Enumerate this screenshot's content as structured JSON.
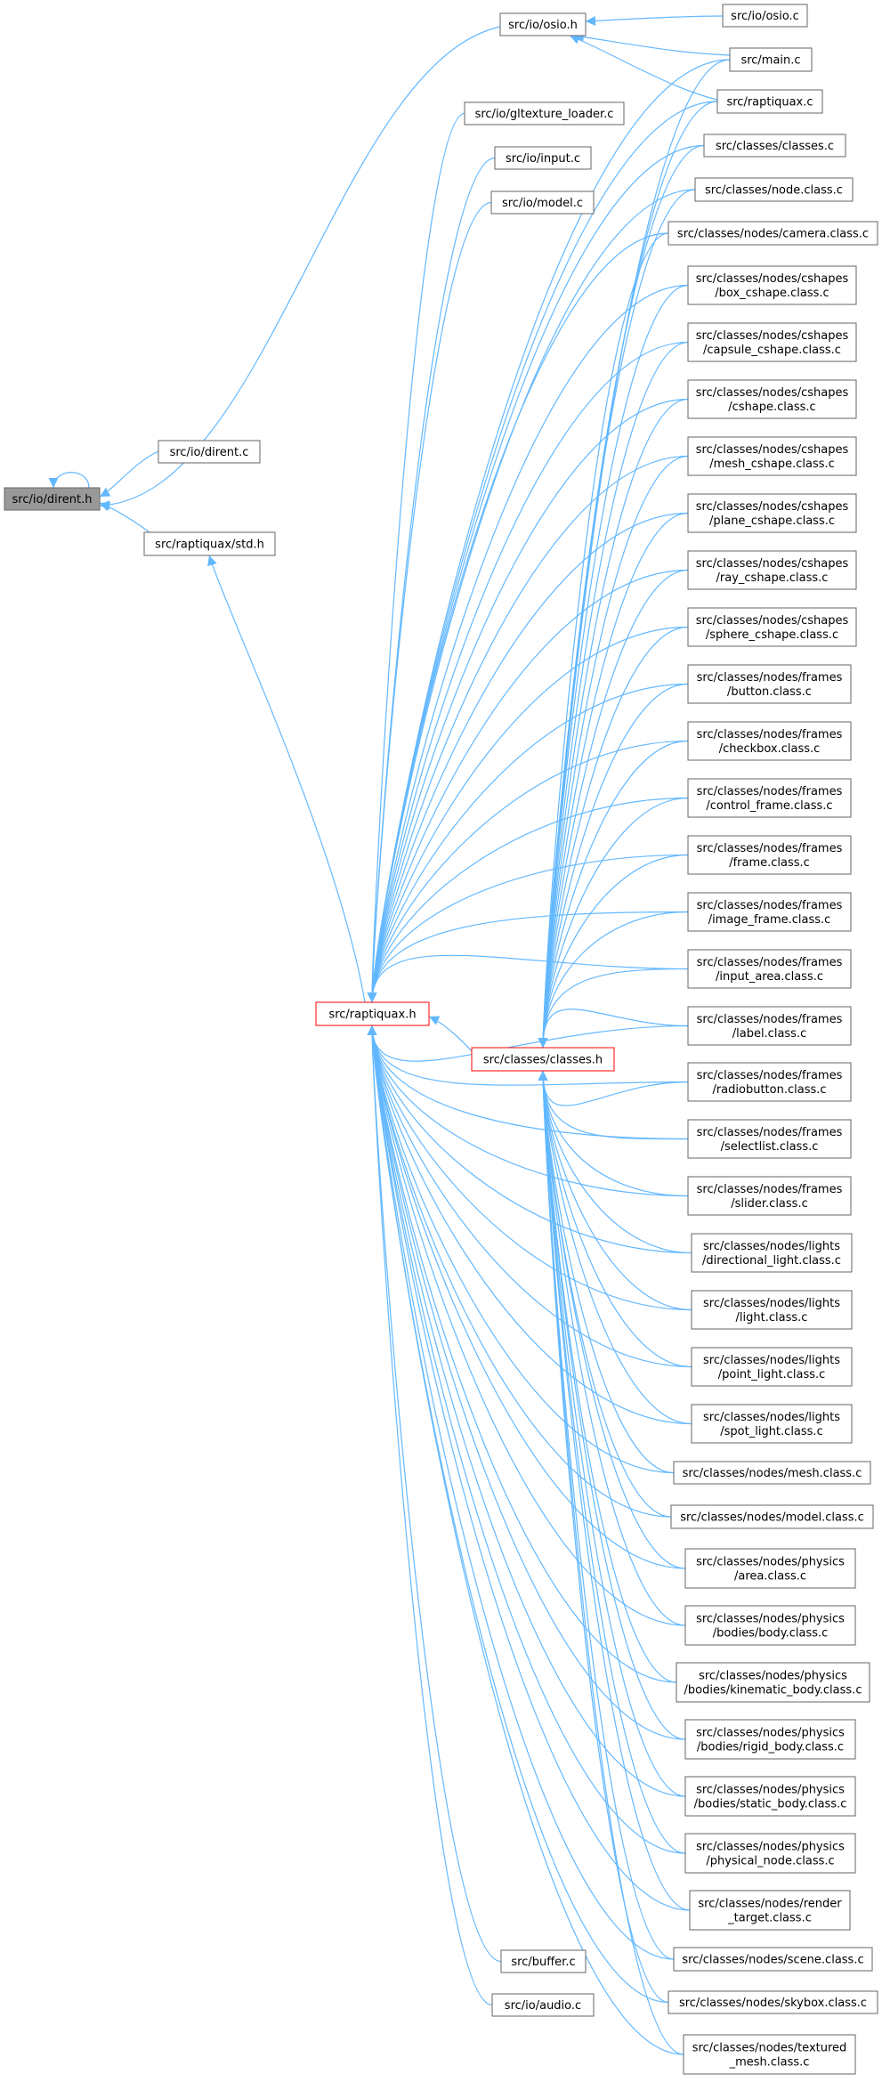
{
  "colors": {
    "edge": "#63b8ff",
    "node_border": "#666666",
    "root_fill": "#999999",
    "warn_border": "#ff0000",
    "background": "#ffffff"
  },
  "nodes": [
    {
      "id": "dirent_h",
      "lines": [
        "src/io/dirent.h"
      ],
      "style": "root"
    },
    {
      "id": "dirent_c",
      "lines": [
        "src/io/dirent.c"
      ]
    },
    {
      "id": "std_h",
      "lines": [
        "src/raptiquax/std.h"
      ]
    },
    {
      "id": "osio_h",
      "lines": [
        "src/io/osio.h"
      ]
    },
    {
      "id": "osio_c",
      "lines": [
        "src/io/osio.c"
      ]
    },
    {
      "id": "main_c",
      "lines": [
        "src/main.c"
      ]
    },
    {
      "id": "raptiquax_c",
      "lines": [
        "src/raptiquax.c"
      ]
    },
    {
      "id": "gltexture",
      "lines": [
        "src/io/gltexture_loader.c"
      ]
    },
    {
      "id": "input_c",
      "lines": [
        "src/io/input.c"
      ]
    },
    {
      "id": "model_c",
      "lines": [
        "src/io/model.c"
      ]
    },
    {
      "id": "raptiquax_h",
      "lines": [
        "src/raptiquax.h"
      ],
      "style": "warn"
    },
    {
      "id": "classes_h",
      "lines": [
        "src/classes/classes.h"
      ],
      "style": "warn"
    },
    {
      "id": "buffer_c",
      "lines": [
        "src/buffer.c"
      ]
    },
    {
      "id": "audio_c",
      "lines": [
        "src/io/audio.c"
      ]
    },
    {
      "id": "classes_c",
      "lines": [
        "src/classes/classes.c"
      ]
    },
    {
      "id": "node_class",
      "lines": [
        "src/classes/node.class.c"
      ]
    },
    {
      "id": "camera_class",
      "lines": [
        "src/classes/nodes/camera.class.c"
      ]
    },
    {
      "id": "box_cshape",
      "lines": [
        "src/classes/nodes/cshapes",
        "/box_cshape.class.c"
      ]
    },
    {
      "id": "capsule_cshape",
      "lines": [
        "src/classes/nodes/cshapes",
        "/capsule_cshape.class.c"
      ]
    },
    {
      "id": "cshape",
      "lines": [
        "src/classes/nodes/cshapes",
        "/cshape.class.c"
      ]
    },
    {
      "id": "mesh_cshape",
      "lines": [
        "src/classes/nodes/cshapes",
        "/mesh_cshape.class.c"
      ]
    },
    {
      "id": "plane_cshape",
      "lines": [
        "src/classes/nodes/cshapes",
        "/plane_cshape.class.c"
      ]
    },
    {
      "id": "ray_cshape",
      "lines": [
        "src/classes/nodes/cshapes",
        "/ray_cshape.class.c"
      ]
    },
    {
      "id": "sphere_cshape",
      "lines": [
        "src/classes/nodes/cshapes",
        "/sphere_cshape.class.c"
      ]
    },
    {
      "id": "button",
      "lines": [
        "src/classes/nodes/frames",
        "/button.class.c"
      ]
    },
    {
      "id": "checkbox",
      "lines": [
        "src/classes/nodes/frames",
        "/checkbox.class.c"
      ]
    },
    {
      "id": "control_frame",
      "lines": [
        "src/classes/nodes/frames",
        "/control_frame.class.c"
      ]
    },
    {
      "id": "frame",
      "lines": [
        "src/classes/nodes/frames",
        "/frame.class.c"
      ]
    },
    {
      "id": "image_frame",
      "lines": [
        "src/classes/nodes/frames",
        "/image_frame.class.c"
      ]
    },
    {
      "id": "input_area",
      "lines": [
        "src/classes/nodes/frames",
        "/input_area.class.c"
      ]
    },
    {
      "id": "label",
      "lines": [
        "src/classes/nodes/frames",
        "/label.class.c"
      ]
    },
    {
      "id": "radiobutton",
      "lines": [
        "src/classes/nodes/frames",
        "/radiobutton.class.c"
      ]
    },
    {
      "id": "selectlist",
      "lines": [
        "src/classes/nodes/frames",
        "/selectlist.class.c"
      ]
    },
    {
      "id": "slider",
      "lines": [
        "src/classes/nodes/frames",
        "/slider.class.c"
      ]
    },
    {
      "id": "directional_light",
      "lines": [
        "src/classes/nodes/lights",
        "/directional_light.class.c"
      ]
    },
    {
      "id": "light",
      "lines": [
        "src/classes/nodes/lights",
        "/light.class.c"
      ]
    },
    {
      "id": "point_light",
      "lines": [
        "src/classes/nodes/lights",
        "/point_light.class.c"
      ]
    },
    {
      "id": "spot_light",
      "lines": [
        "src/classes/nodes/lights",
        "/spot_light.class.c"
      ]
    },
    {
      "id": "mesh_class",
      "lines": [
        "src/classes/nodes/mesh.class.c"
      ]
    },
    {
      "id": "model_class",
      "lines": [
        "src/classes/nodes/model.class.c"
      ]
    },
    {
      "id": "area_class",
      "lines": [
        "src/classes/nodes/physics",
        "/area.class.c"
      ]
    },
    {
      "id": "body_class",
      "lines": [
        "src/classes/nodes/physics",
        "/bodies/body.class.c"
      ]
    },
    {
      "id": "kinematic_body",
      "lines": [
        "src/classes/nodes/physics",
        "/bodies/kinematic_body.class.c"
      ]
    },
    {
      "id": "rigid_body",
      "lines": [
        "src/classes/nodes/physics",
        "/bodies/rigid_body.class.c"
      ]
    },
    {
      "id": "static_body",
      "lines": [
        "src/classes/nodes/physics",
        "/bodies/static_body.class.c"
      ]
    },
    {
      "id": "physical_node",
      "lines": [
        "src/classes/nodes/physics",
        "/physical_node.class.c"
      ]
    },
    {
      "id": "render_target",
      "lines": [
        "src/classes/nodes/render",
        "_target.class.c"
      ]
    },
    {
      "id": "scene_class",
      "lines": [
        "src/classes/nodes/scene.class.c"
      ]
    },
    {
      "id": "skybox_class",
      "lines": [
        "src/classes/nodes/skybox.class.c"
      ]
    },
    {
      "id": "textured_mesh",
      "lines": [
        "src/classes/nodes/textured",
        "_mesh.class.c"
      ]
    }
  ]
}
